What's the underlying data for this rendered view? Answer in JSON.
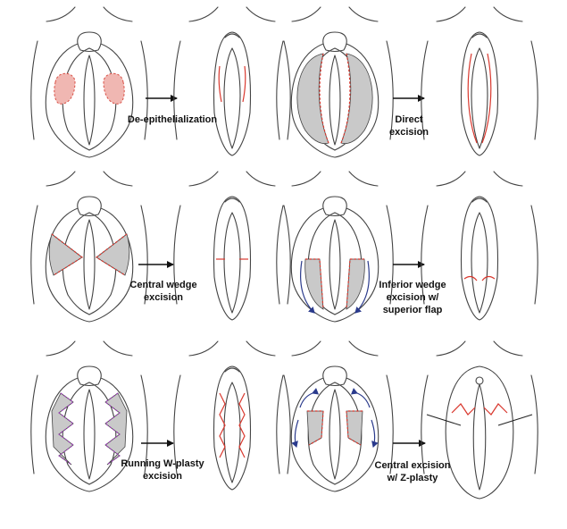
{
  "colors": {
    "outline": "#444444",
    "marked_area_fill": "#f0b7b2",
    "marked_area_stroke": "#d94f45",
    "excised_fill": "#c9c9c9",
    "incision": "#d9382e",
    "rotation_arrow": "#2a3a8c",
    "process_arrow": "#111111"
  },
  "techniques": [
    {
      "id": "de-epithelialization",
      "lines": [
        "De-epithelialization"
      ]
    },
    {
      "id": "direct-excision",
      "lines": [
        "Direct",
        "excision"
      ]
    },
    {
      "id": "central-wedge-excision",
      "lines": [
        "Central wedge",
        "excision"
      ]
    },
    {
      "id": "inferior-wedge-excision",
      "lines": [
        "Inferior wedge",
        "excision w/",
        "superior flap"
      ]
    },
    {
      "id": "running-w-plasty-excision",
      "lines": [
        "Running W-plasty",
        "excision"
      ]
    },
    {
      "id": "central-excision-z-plasty",
      "lines": [
        "Central excision",
        "w/ Z-plasty"
      ]
    }
  ]
}
